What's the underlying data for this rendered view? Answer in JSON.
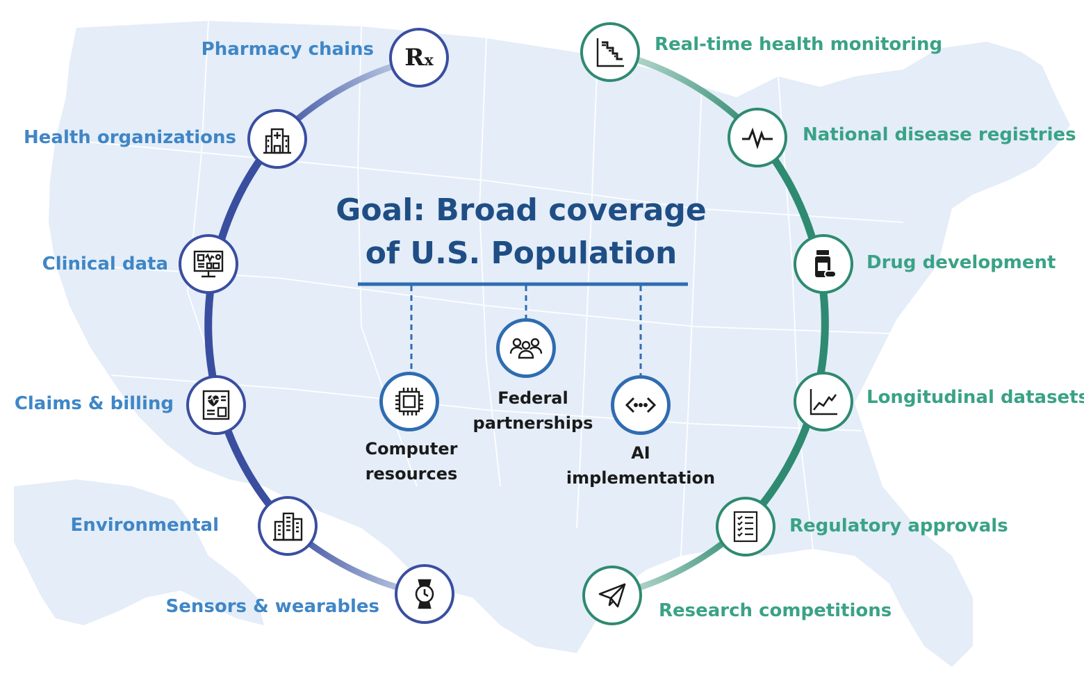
{
  "title": {
    "line1": "Goal: Broad coverage",
    "line2": "of U.S. Population"
  },
  "left_sources": [
    {
      "label": "Pharmacy chains",
      "icon": "rx-icon"
    },
    {
      "label": "Health organizations",
      "icon": "hospital-icon"
    },
    {
      "label": "Clinical data",
      "icon": "clinical-monitor-icon"
    },
    {
      "label": "Claims & billing",
      "icon": "billing-document-icon"
    },
    {
      "label": "Environmental",
      "icon": "buildings-icon"
    },
    {
      "label": "Sensors & wearables",
      "icon": "smartwatch-icon"
    }
  ],
  "right_uses": [
    {
      "label": "Real-time health monitoring",
      "icon": "staircase-chart-icon"
    },
    {
      "label": "National disease registries",
      "icon": "heartbeat-icon"
    },
    {
      "label": "Drug development",
      "icon": "pill-bottle-icon"
    },
    {
      "label": "Longitudinal datasets",
      "icon": "line-chart-icon"
    },
    {
      "label": "Regulatory approvals",
      "icon": "checklist-icon"
    },
    {
      "label": "Research competitions",
      "icon": "paper-plane-icon"
    }
  ],
  "center": {
    "computer": {
      "line1": "Computer",
      "line2": "resources",
      "icon": "cpu-chip-icon"
    },
    "federal": {
      "line1": "Federal",
      "line2": "partnerships",
      "icon": "people-group-icon"
    },
    "ai": {
      "line1": "AI",
      "line2": "implementation",
      "icon": "code-brackets-icon"
    }
  },
  "colors": {
    "left_ring": "#3a4ea0",
    "right_ring": "#2e8a70",
    "left_text": "#3f86c6",
    "right_text": "#3aa286",
    "title": "#1f4e85",
    "map": "#e4edf8"
  }
}
